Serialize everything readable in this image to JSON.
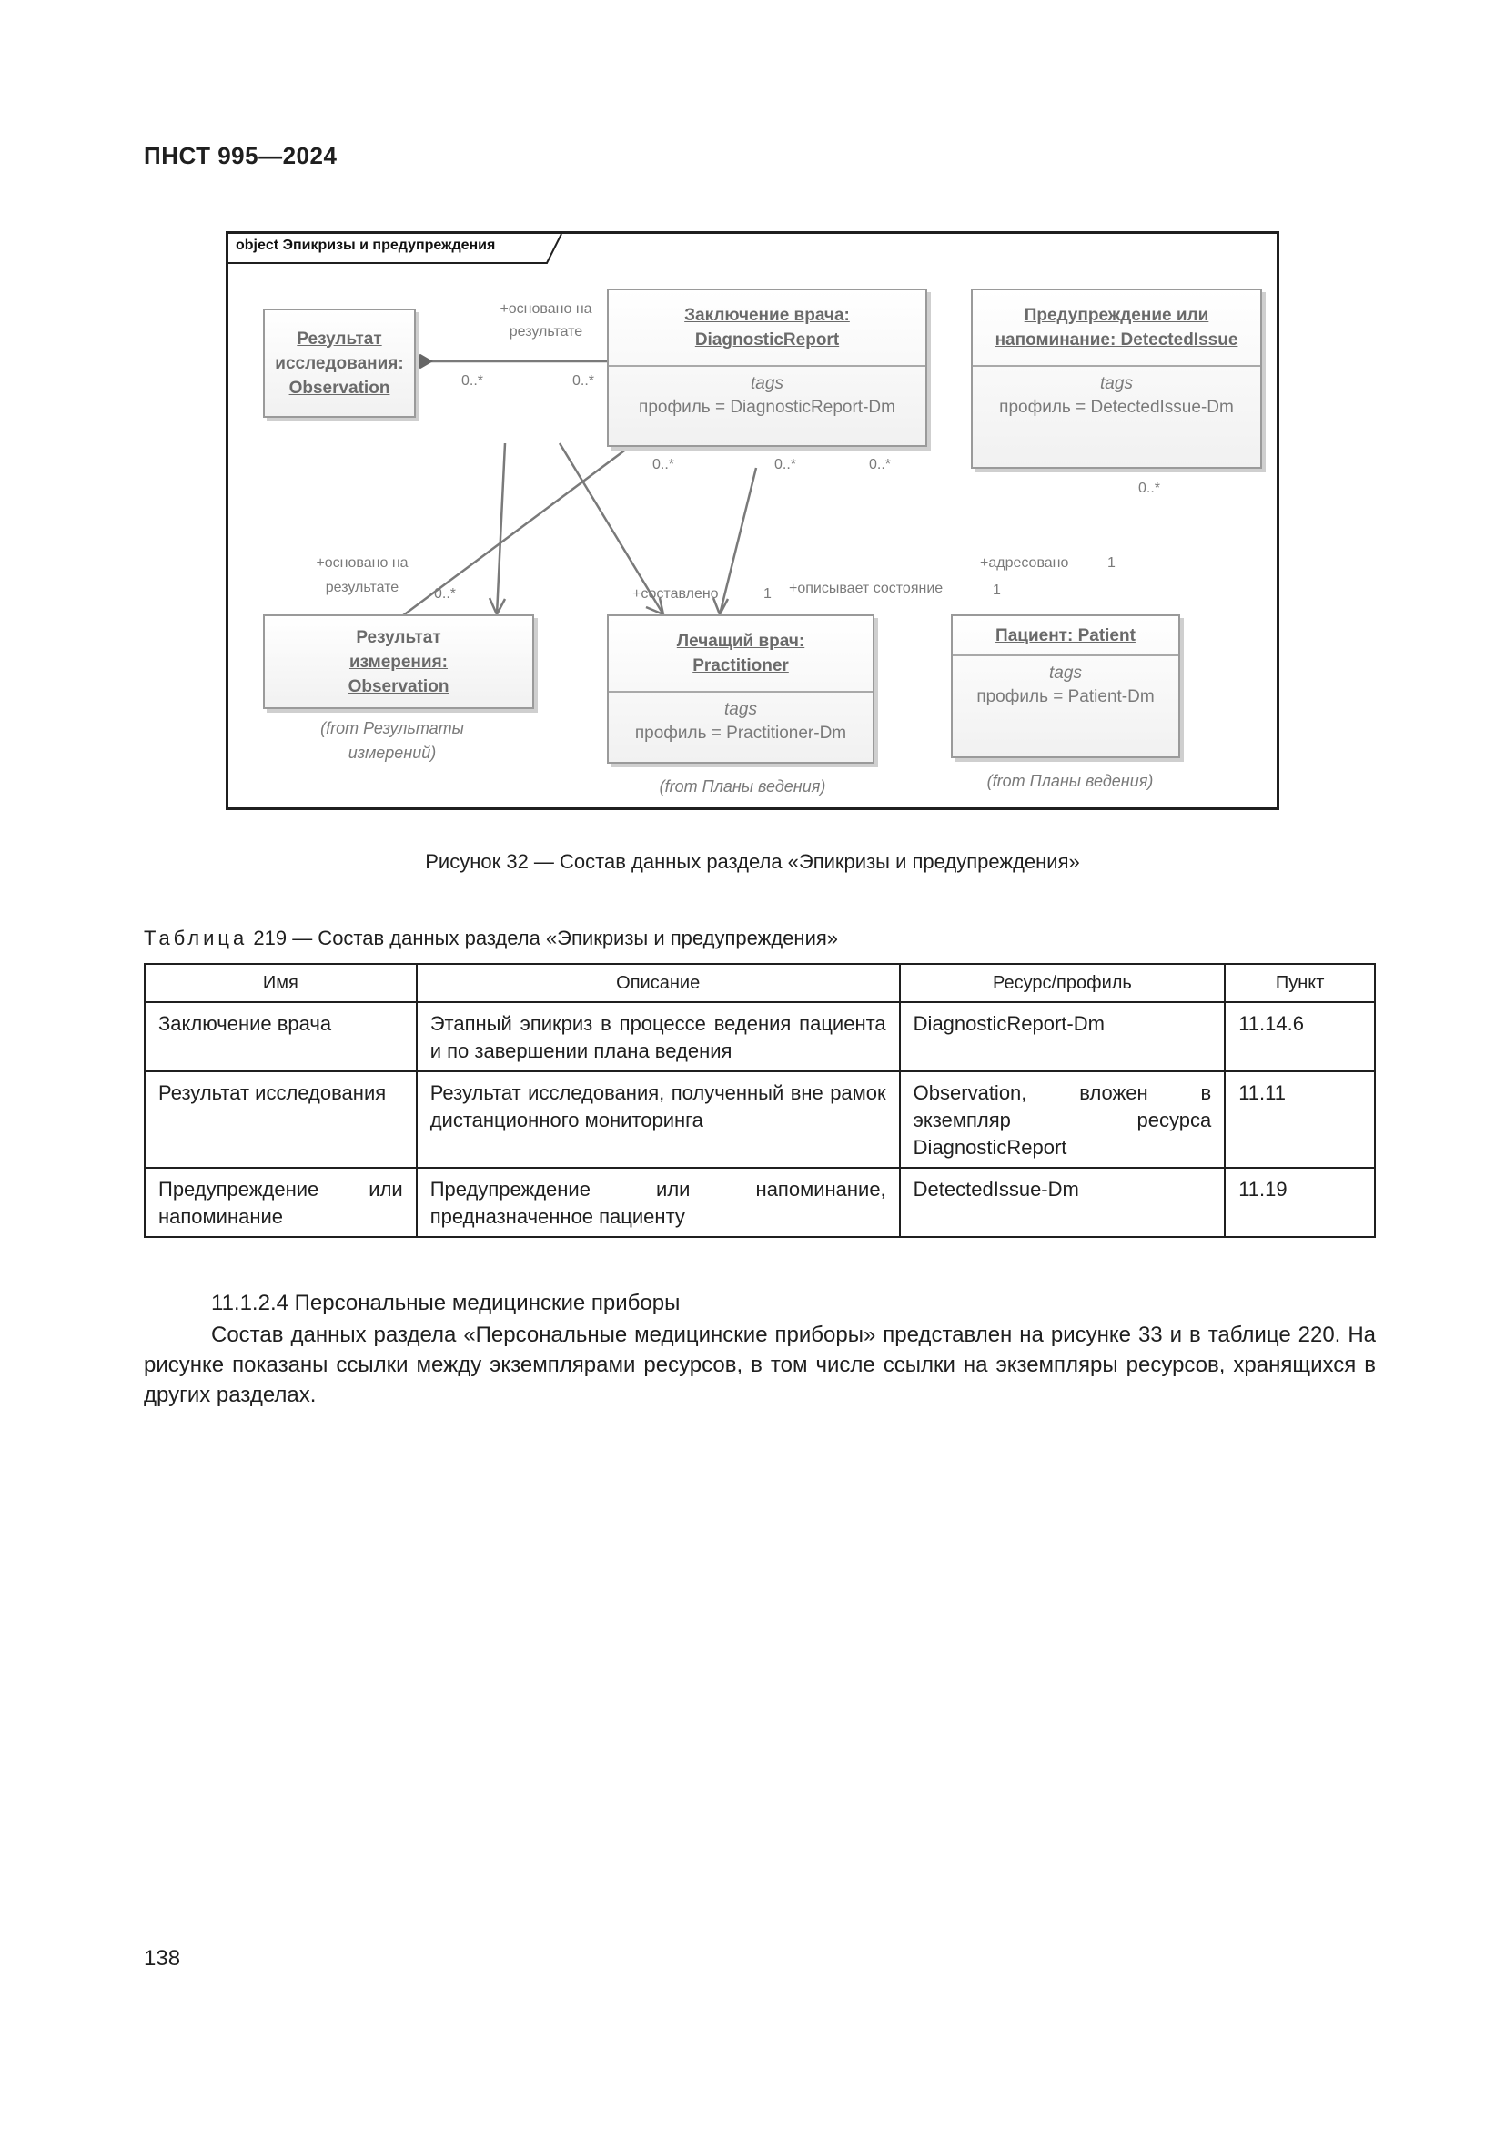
{
  "header": {
    "doc_code": "ПНСТ 995—2024"
  },
  "diagram": {
    "title": "object Эпикризы и предупреждения",
    "boxes": {
      "obs_result": {
        "name": "Результат исследования: Observation"
      },
      "report": {
        "name": "Заключение врача: DiagnosticReport",
        "tags": "tags",
        "prop": "профиль = DiagnosticReport-Dm"
      },
      "issue": {
        "name": "Предупреждение или напоминание: DetectedIssue",
        "tags": "tags",
        "prop": "профиль = DetectedIssue-Dm"
      },
      "obs_measure": {
        "name": "Результат измерения: Observation",
        "from": "(from Результаты измерений)"
      },
      "practitioner": {
        "name": "Лечащий врач: Practitioner",
        "tags": "tags",
        "prop": "профиль = Practitioner-Dm",
        "from": "(from Планы ведения)"
      },
      "patient": {
        "name": "Пациент: Patient",
        "tags": "tags",
        "prop": "профиль = Patient-Dm",
        "from": "(from Планы ведения)"
      }
    },
    "labels": {
      "based_on_top": "+основано на результате",
      "mult_obs_result": "0..*",
      "mult_report_left": "0..*",
      "mult_report_1": "0..*",
      "mult_report_2": "0..*",
      "mult_report_3": "0..*",
      "mult_issue": "0..*",
      "based_on_bottom": "+основано на результате",
      "mult_obs_measure": "0..*",
      "composed": "+составлено",
      "one_practitioner": "1",
      "describes_state": "+описывает состояние",
      "one_patient_state": "1",
      "addressed": "+адресовано",
      "one_patient_addr": "1"
    }
  },
  "figure_caption": "Рисунок 32 — Состав данных раздела «Эпикризы и предупреждения»",
  "table": {
    "title_prefix": "Таблица",
    "title_rest": " 219 — Состав данных раздела «Эпикризы и предупреждения»",
    "headers": [
      "Имя",
      "Описание",
      "Ресурс/профиль",
      "Пункт"
    ],
    "rows": [
      [
        "Заключение врача",
        "Этапный эпикриз в процессе ведения пациента и по завершении плана ведения",
        "DiagnosticReport-Dm",
        "11.14.6"
      ],
      [
        "Результат исследования",
        "Результат исследования, полученный вне рамок дистанционного мониторинга",
        "Observation, вложен в экземпляр ресурса DiagnosticReport",
        "11.11"
      ],
      [
        "Предупреждение или напоминание",
        "Предупреждение или напоминание, предназначенное пациенту",
        "DetectedIssue-Dm",
        "11.19"
      ]
    ]
  },
  "section": {
    "heading": "11.1.2.4 Персональные медицинские приборы",
    "paragraph": "Состав данных раздела «Персональные медицинские приборы» представлен на рисунке 33 и в таблице 220. На рисунке показаны ссылки между экземплярами ресурсов, в том числе ссылки на экземпляры ресурсов, хранящихся в других разделах."
  },
  "page_number": "138"
}
